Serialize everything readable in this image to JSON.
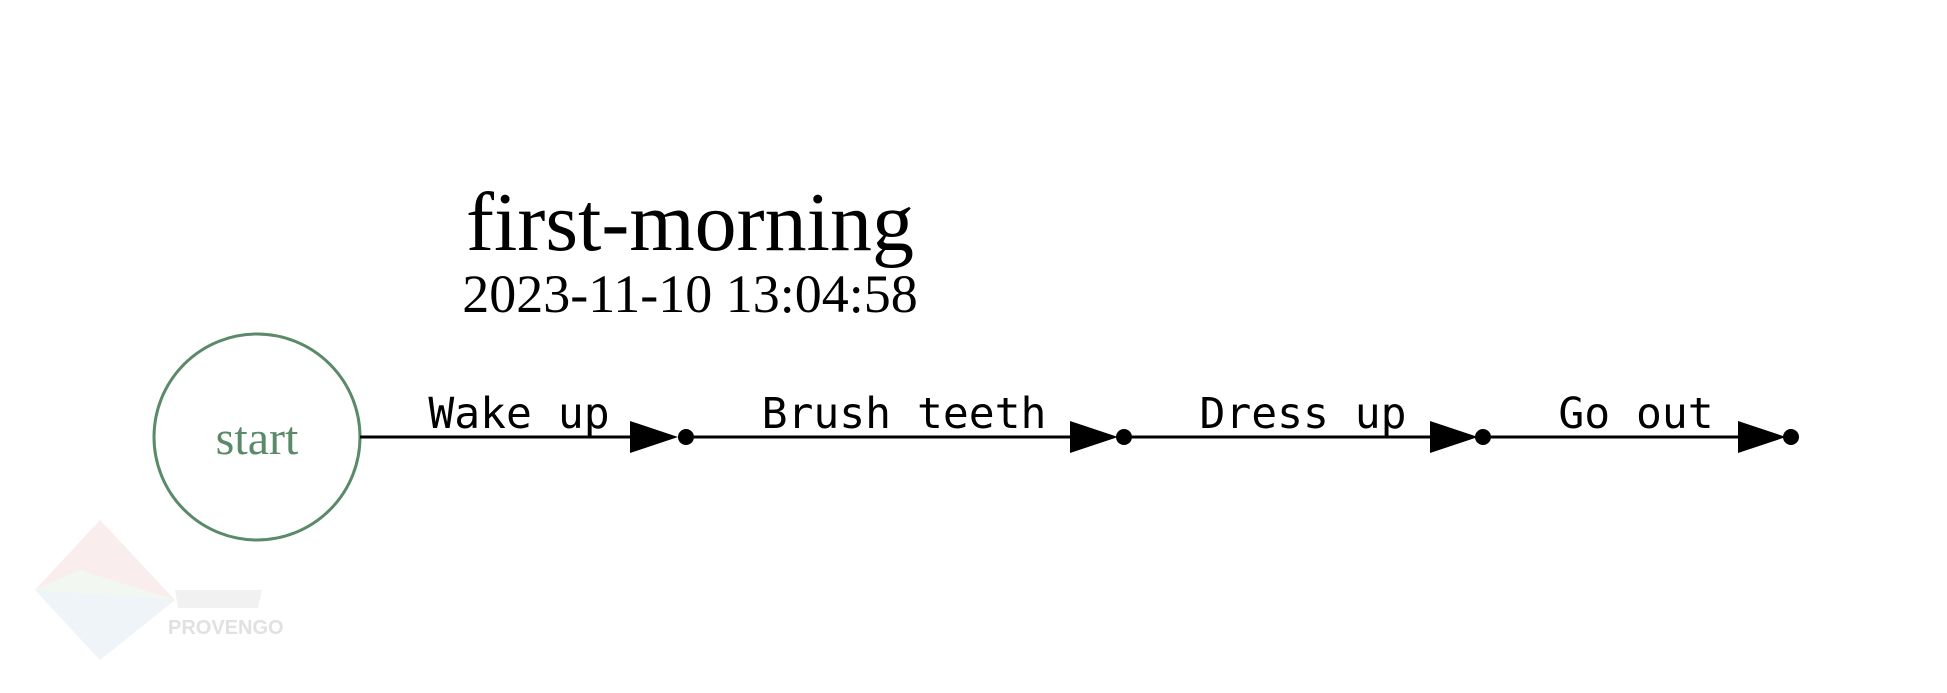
{
  "diagram": {
    "title": "first-morning",
    "subtitle": "2023-11-10 13:04:58",
    "start_node": {
      "label": "start",
      "color": "#5a8a68"
    },
    "edges": [
      {
        "label": "Wake up"
      },
      {
        "label": "Brush teeth"
      },
      {
        "label": "Dress up"
      },
      {
        "label": "Go out"
      }
    ]
  },
  "watermark": {
    "text": "PROVENGO"
  }
}
